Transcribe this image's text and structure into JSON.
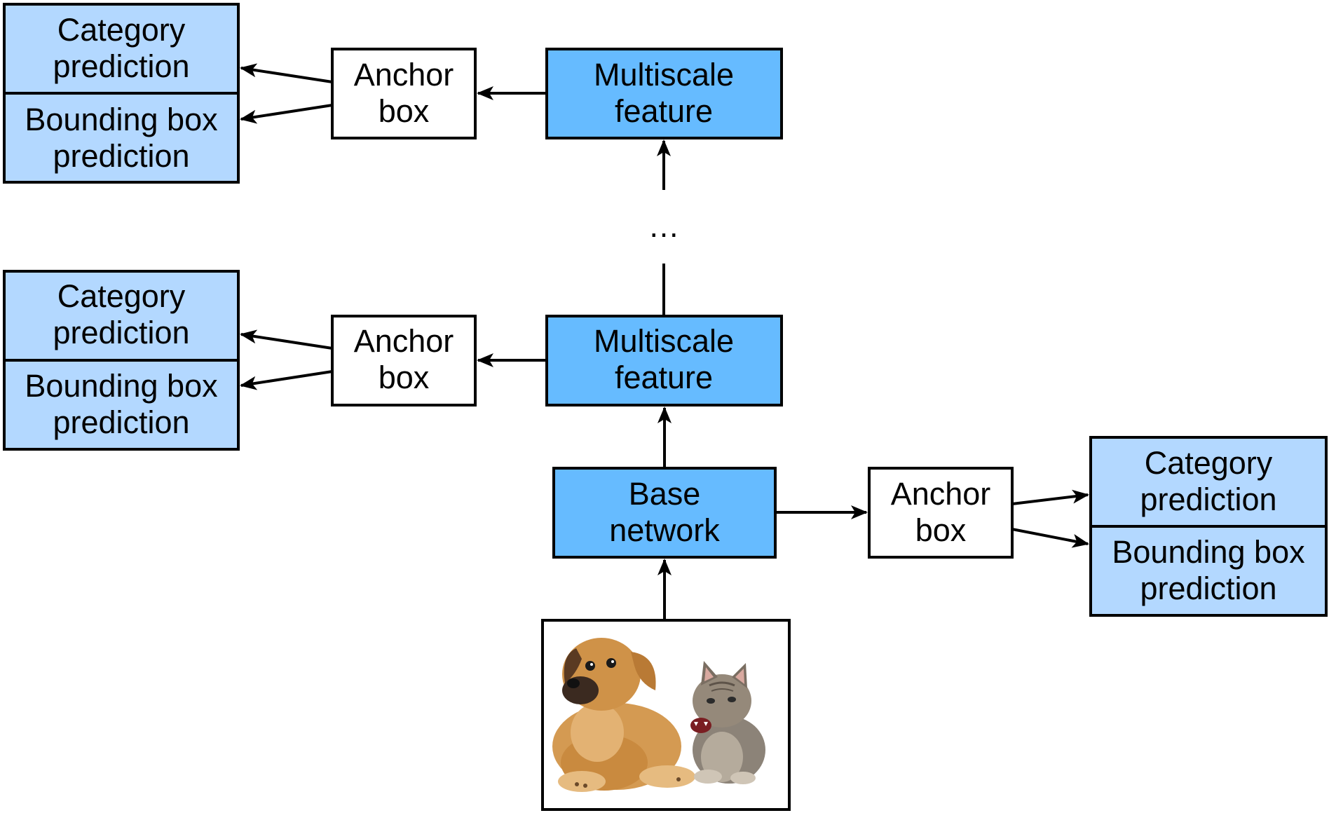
{
  "colors": {
    "feature_box": "#66bbff",
    "prediction_box": "#b3d8ff",
    "anchor_box": "#ffffff",
    "outline": "#000000"
  },
  "labels": {
    "category": [
      "Category",
      "prediction"
    ],
    "bounding": [
      "Bounding box",
      "prediction"
    ],
    "anchor": [
      "Anchor",
      "box"
    ],
    "multiscale": [
      "Multiscale",
      "feature"
    ],
    "base": [
      "Base",
      "network"
    ],
    "ellipsis": "…"
  },
  "input_image": {
    "icon": "puppy-and-kitten-photo"
  }
}
